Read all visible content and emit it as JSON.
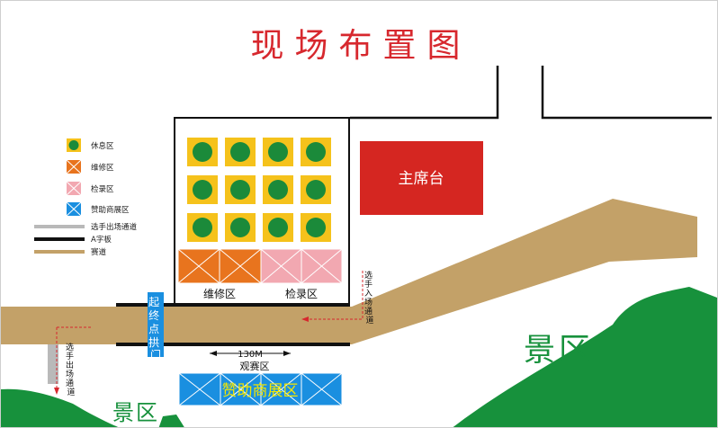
{
  "title": "现场布置图",
  "labels": {
    "main_stage": "主席台",
    "repair_area": "维修区",
    "checkin_area": "检录区",
    "start_finish_arch": "起终点拱门",
    "distance": "130M",
    "viewing_area": "观赛区",
    "sponsor_area": "赞助商展区",
    "scenic_right": "景区",
    "scenic_left": "景区",
    "athlete_entry": "选手入场通道",
    "athlete_exit": "选手出场通道"
  },
  "legend": [
    {
      "label": "休息区"
    },
    {
      "label": "维修区"
    },
    {
      "label": "检录区"
    },
    {
      "label": "赞助商展区"
    },
    {
      "label": "选手出场通道"
    },
    {
      "label": "A字板"
    },
    {
      "label": "赛道"
    }
  ],
  "colors": {
    "title": "#d7282e",
    "rest_bg": "#f5c21b",
    "rest_dot": "#1b8a3a",
    "repair": "#e8741e",
    "checkin": "#f2a8b1",
    "sponsor": "#1a8fe0",
    "sponsor_text": "#f3e600",
    "stage": "#d52621",
    "track": "#c3a168",
    "barrier": "#111111",
    "channel": "#b9b9b9",
    "scenic": "#17913c",
    "arrow": "#d7282e"
  }
}
